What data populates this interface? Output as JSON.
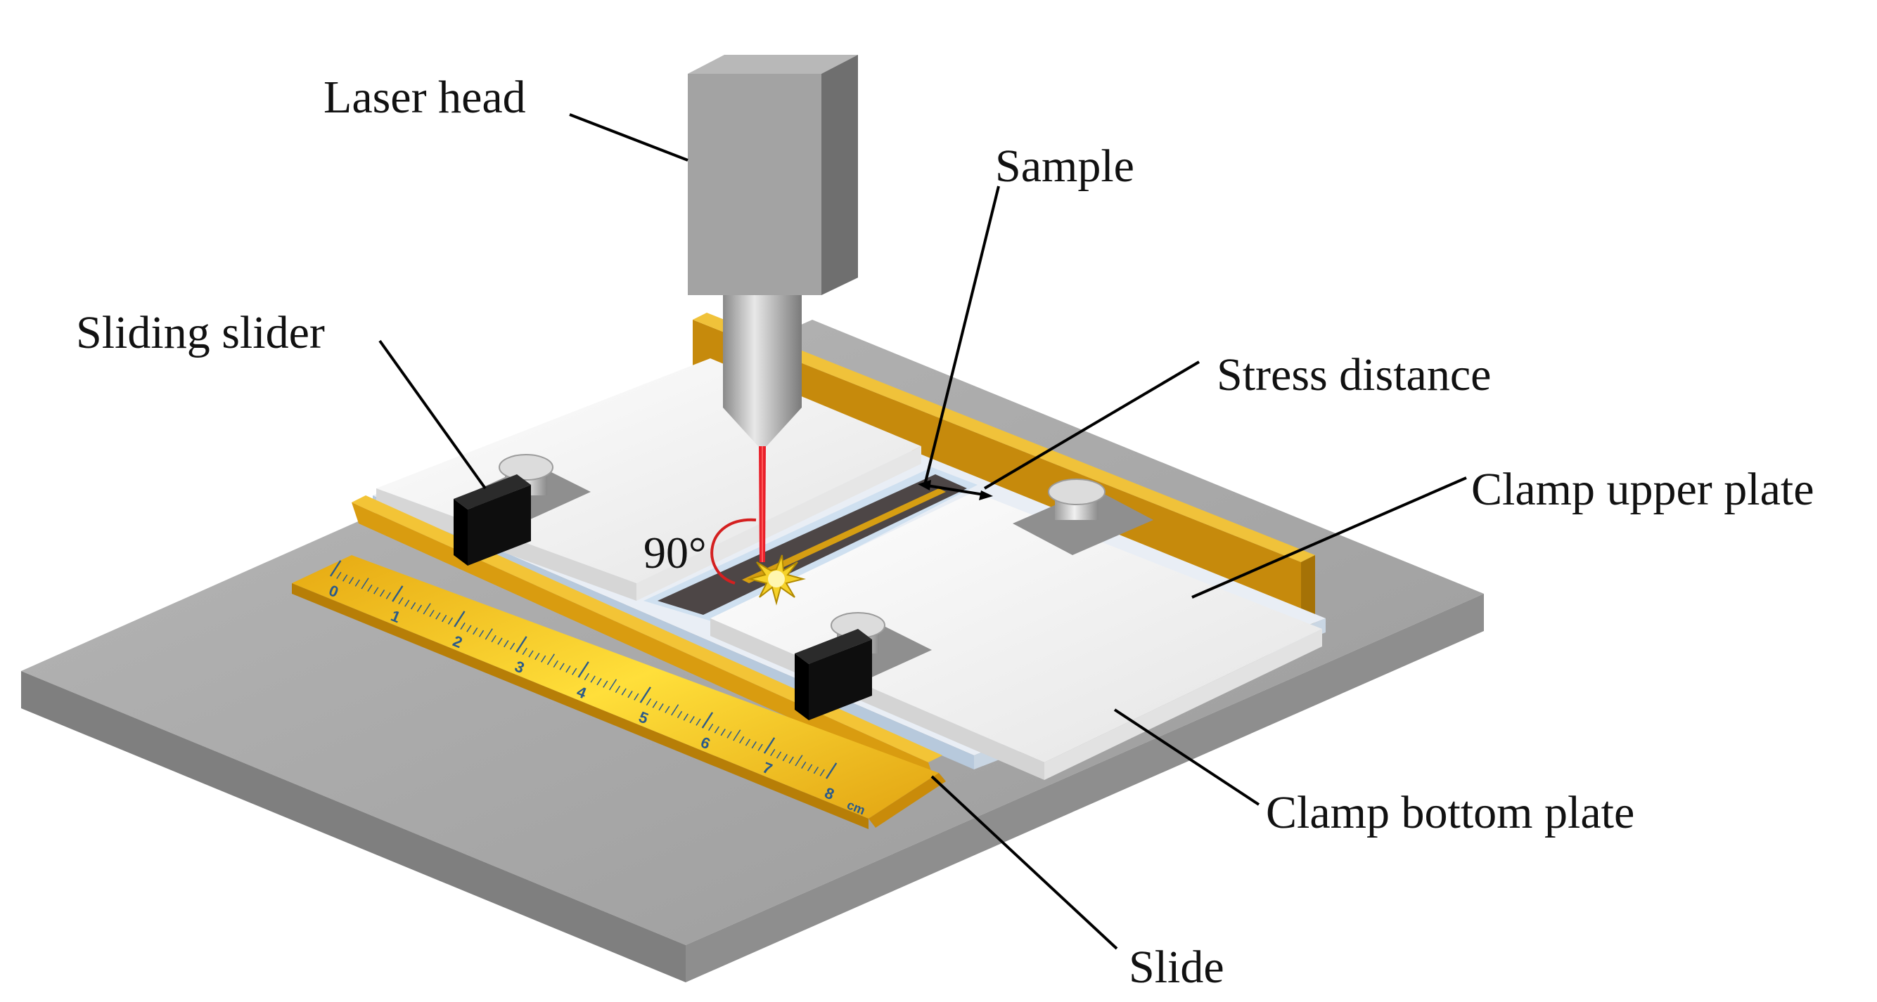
{
  "labels": {
    "laser_head": "Laser head",
    "sample": "Sample",
    "sliding_slider": "Sliding slider",
    "stress_distance": "Stress distance",
    "clamp_upper_plate": "Clamp upper plate",
    "clamp_bottom_plate": "Clamp bottom plate",
    "slide": "Slide",
    "angle": "90°"
  },
  "ruler": {
    "ticks": [
      "0",
      "1",
      "2",
      "3",
      "4",
      "5",
      "6",
      "7",
      "8"
    ],
    "unit": "cm"
  },
  "colors": {
    "base_plate": "#a8a8a8",
    "rail_gold": "#e0a418",
    "clamp_plate": "#f2f2f2",
    "sample_strip": "#4d4646",
    "laser_beam": "#e8202a",
    "laser_head": "#9c9c9c",
    "slider_block": "#111111"
  }
}
